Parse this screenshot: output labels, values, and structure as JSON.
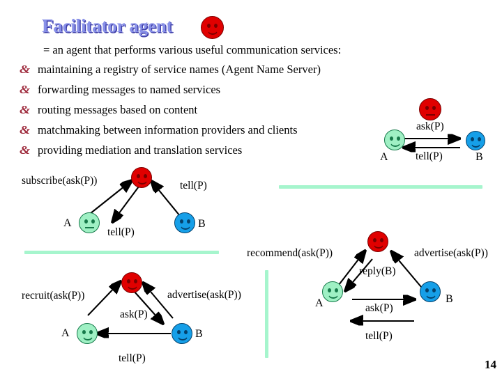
{
  "slide": {
    "title": "Facilitator agent",
    "lead": "= an agent that performs various useful communication services:",
    "bullet_marker": "&",
    "bullets": [
      "maintaining a registry of service names (Agent Name Server)",
      "forwarding messages to named services",
      "routing messages based on content",
      "matchmaking between information providers and clients",
      "providing mediation and translation services"
    ],
    "page_number": "14"
  },
  "colors": {
    "title_text": "#8890e8",
    "title_shadow": "#3f3fa8",
    "bullet_marker": "#9e2a3c",
    "face_red": "#e00000",
    "face_red_stroke": "#7a0000",
    "face_green": "#9ff0c4",
    "face_green_stroke": "#16794a",
    "face_blue": "#169fe8",
    "face_blue_stroke": "#04416b",
    "rule_green": "#a6f5cd",
    "arrow": "#000000",
    "background": "#ffffff"
  },
  "diagrams": {
    "direct": {
      "name": "direct-communication",
      "nodes": [
        {
          "id": "facilitator",
          "label": "",
          "color": "red",
          "mouth": "flat"
        },
        {
          "id": "A",
          "label": "A",
          "color": "green",
          "mouth": "smile"
        },
        {
          "id": "B",
          "label": "B",
          "color": "blue",
          "mouth": "smile"
        }
      ],
      "edges": [
        {
          "label": "ask(P)",
          "from": "A",
          "to": "B"
        },
        {
          "label": "tell(P)",
          "from": "B",
          "to": "A"
        }
      ]
    },
    "subscribe": {
      "name": "subscribe-communication",
      "nodes": [
        {
          "id": "facilitator",
          "label": "",
          "color": "red",
          "mouth": "smile"
        },
        {
          "id": "A",
          "label": "A",
          "color": "green",
          "mouth": "flat"
        },
        {
          "id": "B",
          "label": "B",
          "color": "blue",
          "mouth": "smile"
        }
      ],
      "edges": [
        {
          "label": "subscribe(ask(P))",
          "from": "A",
          "to": "facilitator"
        },
        {
          "label": "tell(P)",
          "from": "facilitator",
          "to": "A"
        },
        {
          "label": "tell(P)",
          "from": "B",
          "to": "facilitator"
        }
      ]
    },
    "recruit": {
      "name": "recruit-communication",
      "nodes": [
        {
          "id": "facilitator",
          "label": "",
          "color": "red",
          "mouth": "smile"
        },
        {
          "id": "A",
          "label": "A",
          "color": "green",
          "mouth": "smile"
        },
        {
          "id": "B",
          "label": "B",
          "color": "blue",
          "mouth": "smile"
        }
      ],
      "edges": [
        {
          "label": "recruit(ask(P))",
          "from": "A",
          "to": "facilitator"
        },
        {
          "label": "advertise(ask(P))",
          "from": "B",
          "to": "facilitator"
        },
        {
          "label": "ask(P)",
          "from": "facilitator",
          "to": "B"
        },
        {
          "label": "tell(P)",
          "from": "B",
          "to": "A"
        }
      ]
    },
    "recommend": {
      "name": "recommend-communication",
      "nodes": [
        {
          "id": "facilitator",
          "label": "",
          "color": "red",
          "mouth": "smile"
        },
        {
          "id": "A",
          "label": "A",
          "color": "green",
          "mouth": "smile"
        },
        {
          "id": "B",
          "label": "B",
          "color": "blue",
          "mouth": "smile"
        }
      ],
      "edges": [
        {
          "label": "recommend(ask(P))",
          "from": "A",
          "to": "facilitator"
        },
        {
          "label": "advertise(ask(P))",
          "from": "B",
          "to": "facilitator"
        },
        {
          "label": "reply(B)",
          "from": "facilitator",
          "to": "A"
        },
        {
          "label": "ask(P)",
          "from": "A",
          "to": "B"
        },
        {
          "label": "tell(P)",
          "from": "B",
          "to": "A"
        }
      ]
    }
  }
}
